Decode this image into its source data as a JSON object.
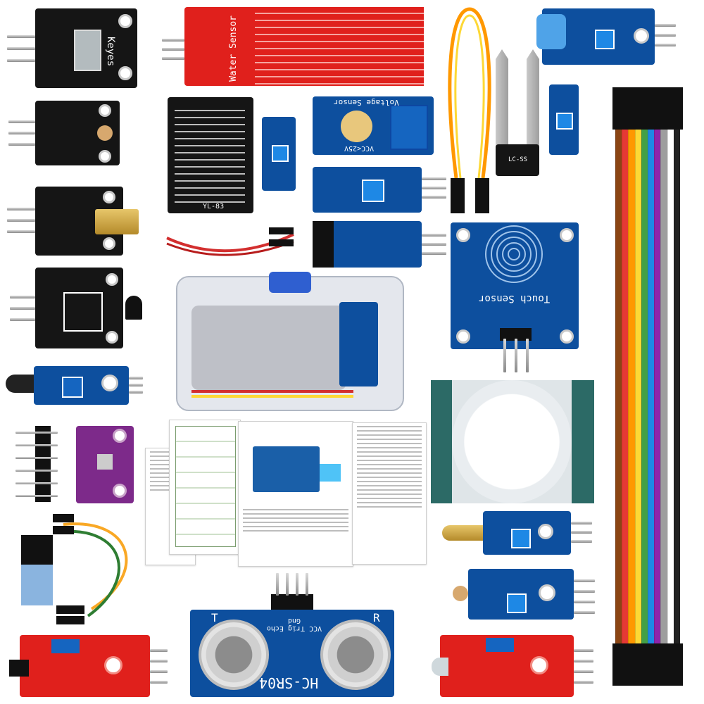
{
  "labels": {
    "water_sensor": "Water Sensor",
    "voltage_sensor": "Voltage Sensor",
    "voltage_spec": "VCC<25V",
    "touch_sensor": "Touch Sensor",
    "ultrasonic_model": "HC-SR04",
    "ultrasonic_pins": "VCC Trig Echo Gnd",
    "ultrasonic_T": "T",
    "ultrasonic_R": "R",
    "keyes": "Keyes",
    "soil_probe": "LC-SS",
    "rain_board": "YL-83"
  },
  "colors": {
    "pcb_black": "#151515",
    "pcb_blue": "#0d4f9e",
    "pcb_red": "#e0201c",
    "pcb_purple": "#7d2a8a",
    "pir_white": "#f3f3f3",
    "ribbon": [
      "#8b4513",
      "#e53935",
      "#ff9800",
      "#fdd835",
      "#43a047",
      "#1e88e5",
      "#8e24aa",
      "#9e9e9e",
      "#ffffff",
      "#222222"
    ]
  },
  "icons": [
    "temperature-humidity-sensor-icon",
    "ultrasonic-sensor-icon",
    "pir-motion-sensor-icon",
    "breadboard-jumper-wires-icon"
  ]
}
